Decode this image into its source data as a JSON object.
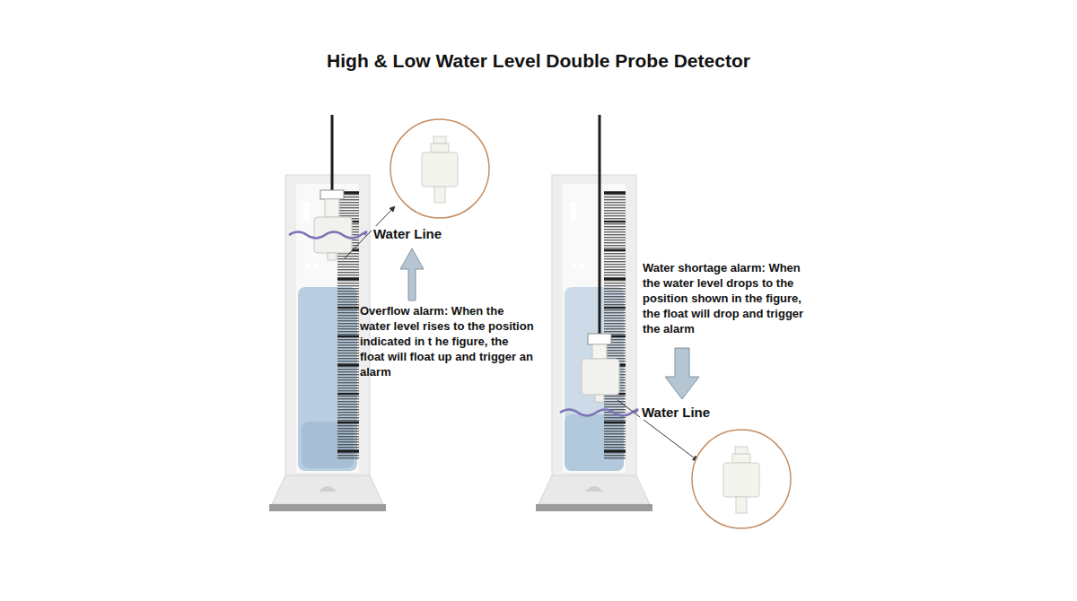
{
  "diagram": {
    "title": "High & Low Water Level Double Probe Detector",
    "labels": [
      "Water Line",
      "Overflow alarm: When the water level rises to the position indicated in t he figure, the float will float up and trigger an alarm",
      "Water shortage alarm: When the water level drops to the position shown in the figure, the float will drop and trigger the alarm",
      "Water Line"
    ]
  }
}
